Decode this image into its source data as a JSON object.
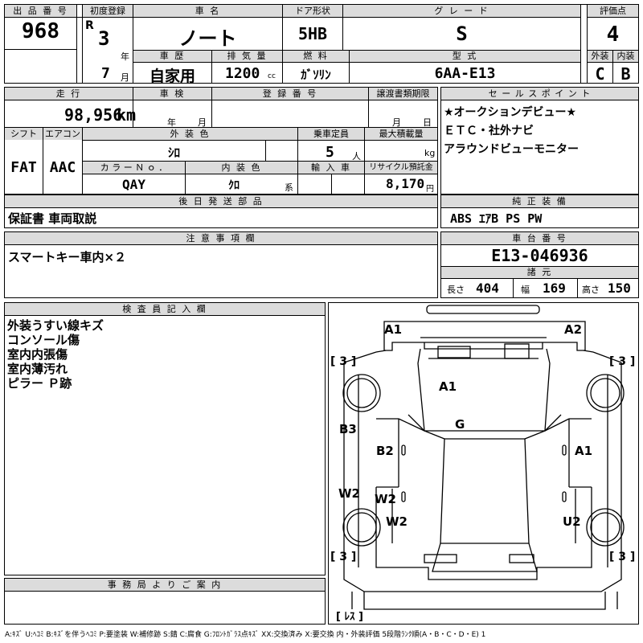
{
  "header": {
    "lot_no": {
      "label": "出 品 番 号",
      "value": "968"
    },
    "first_reg": {
      "label": "初度登録",
      "era": "R",
      "year": "3",
      "year_unit": "年",
      "month": "7",
      "month_unit": "月"
    },
    "car_name": {
      "label": "車 名",
      "value": "ノート"
    },
    "door": {
      "label": "ドア形状",
      "value": "5HB"
    },
    "grade": {
      "label": "グ レ ー ド",
      "value": "S"
    },
    "score": {
      "label": "評価点",
      "value": "4"
    },
    "history": {
      "label": "車 歴",
      "value": "自家用"
    },
    "displacement": {
      "label": "排 気 量",
      "value": "1200",
      "unit": "cc"
    },
    "fuel": {
      "label": "燃 料",
      "value": "ｶﾞｿﾘﾝ"
    },
    "model": {
      "label": "型 式",
      "value": "6AA-E13"
    },
    "exterior": {
      "label": "外装",
      "value": "C"
    },
    "interior": {
      "label": "内装",
      "value": "B"
    }
  },
  "row2": {
    "mileage": {
      "label": "走 行",
      "value": "98,956",
      "unit": "km"
    },
    "inspection": {
      "label": "車 検",
      "year_unit": "年",
      "month_unit": "月"
    },
    "reg_no": {
      "label": "登 録 番 号"
    },
    "transfer": {
      "label": "譲渡書類期限",
      "month_unit": "月",
      "day_unit": "日"
    },
    "shift": {
      "label": "シフト",
      "value": "FAT"
    },
    "aircon": {
      "label": "エアコン",
      "value": "AAC"
    },
    "ext_color": {
      "label": "外 装 色",
      "value": "ｼﾛ"
    },
    "capacity": {
      "label": "乗車定員",
      "value": "5",
      "unit": "人"
    },
    "max_load": {
      "label": "最大積載量",
      "unit": "kg"
    },
    "color_no": {
      "label": "カ ラ ー Ｎ ｏ ．",
      "value": "QAY"
    },
    "int_color": {
      "label": "内 装 色",
      "value": "ｸﾛ",
      "unit": "系"
    },
    "import": {
      "label": "輸 入 車"
    },
    "recycle": {
      "label": "リサイクル預託金",
      "value": "8,170",
      "unit": "円"
    }
  },
  "sales_points": {
    "label": "セ ー ル ス ポ イ ン ト",
    "lines": [
      "★オークションデビュー★",
      "ＥＴＣ・社外ナビ",
      "アラウンドビューモニター"
    ]
  },
  "later_parts": {
    "label": "後 日 発 送 部 品",
    "value": "保証書 車両取説"
  },
  "genuine": {
    "label": "純 正 装 備",
    "value": "ABS ｴｱB PS PW"
  },
  "caution": {
    "label": "注 意 事 項 欄",
    "value": "スマートキー車内×２"
  },
  "chassis": {
    "label": "車 台 番 号",
    "value": "E13-046936"
  },
  "specs": {
    "label": "諸 元",
    "length_label": "長さ",
    "length": "404",
    "width_label": "幅",
    "width": "169",
    "height_label": "高さ",
    "height": "150"
  },
  "inspector": {
    "label": "検 査 員 記 入 欄",
    "lines": [
      "外装うすい線キズ",
      "コンソール傷",
      "室内内張傷",
      "室内薄汚れ",
      "ピラー Ｐ跡"
    ]
  },
  "office": {
    "label": "事 務 局 よ り ご 案 内"
  },
  "diagram": {
    "marks": {
      "front_left": "A1",
      "front_right": "A2",
      "hood": "A1",
      "roof": "G",
      "left_front_panel": "B3",
      "left_front_door": "B2",
      "right_door": "A1",
      "left_rear_quarter": "W2",
      "left_rear_door": "W2",
      "left_rear_door2": "W2",
      "right_rear": "U2"
    },
    "tire_tl": "[ 3 ]",
    "tire_tr": "[ 3 ]",
    "tire_bl": "[ 3 ]",
    "tire_br": "[ 3 ]",
    "spare": "[ ﾚｽ ]"
  },
  "legend": "A:ｷｽﾞ U:ﾍｺﾐ B:ｷｽﾞを伴うﾍｺﾐ P:要塗装 W:補修跡 S:錆 C:腐食 G:ﾌﾛﾝﾄｶﾞﾗｽ点ｷｽﾞ XX:交換済み X:要交換 内・外装評価 5段階ﾗﾝｸ順(A・B・C・D・E) 1"
}
